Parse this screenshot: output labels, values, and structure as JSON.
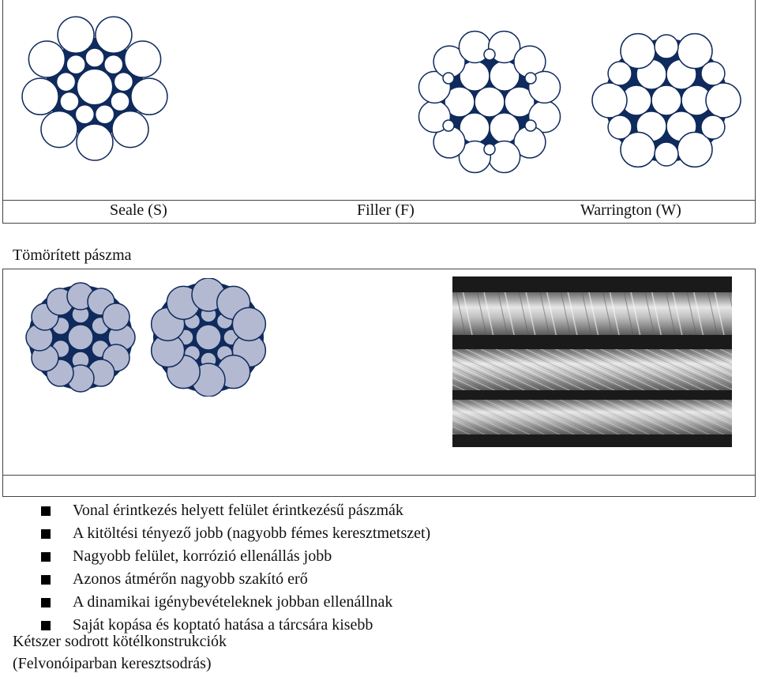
{
  "labels": {
    "seale": "Seale (S)",
    "filler": "Filler (F)",
    "warrington": "Warrington (W)"
  },
  "compact_heading": "Tömörített pászma",
  "bullets": [
    "Vonal érintkezés helyett felület érintkezésű pászmák",
    "A kitöltési tényező jobb (nagyobb fémes keresztmetszet)",
    "Nagyobb felület, korrózió ellenállás jobb",
    "Azonos átmérőn nagyobb szakító erő",
    "A dinamikai igénybevételeknek jobban ellenállnak",
    "Saját kopása és koptató hatása a tárcsára kisebb"
  ],
  "footer": {
    "line1": "Kétszer sodrott kötélkonstrukciók",
    "line2": "(Felvonóiparban keresztsodrás)"
  },
  "colors": {
    "navy": "#0f2a5c",
    "compact_fill": "#b3b9d1",
    "border": "#444444"
  },
  "icons": [
    "bullet-square-icon"
  ]
}
